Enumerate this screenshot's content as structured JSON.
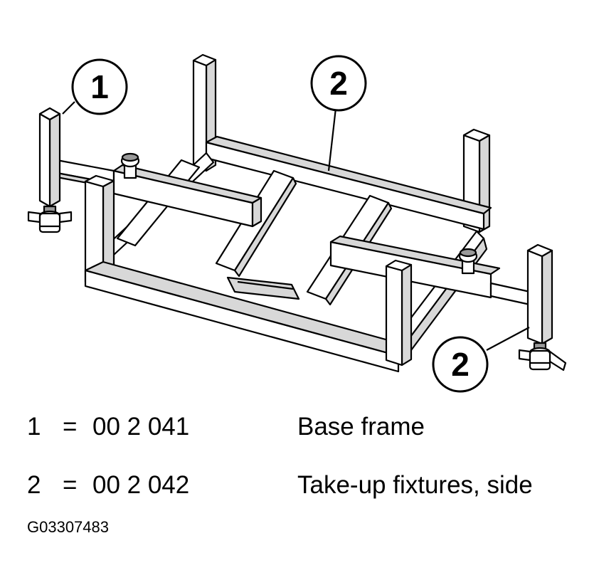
{
  "callouts": [
    "1",
    "2",
    "2"
  ],
  "legend": [
    {
      "num": "1",
      "eq": "=",
      "code": "00 2 041",
      "desc": "Base frame"
    },
    {
      "num": "2",
      "eq": "=",
      "code": "00 2 042",
      "desc": "Take-up fixtures, side"
    }
  ],
  "image_id": "G03307483"
}
